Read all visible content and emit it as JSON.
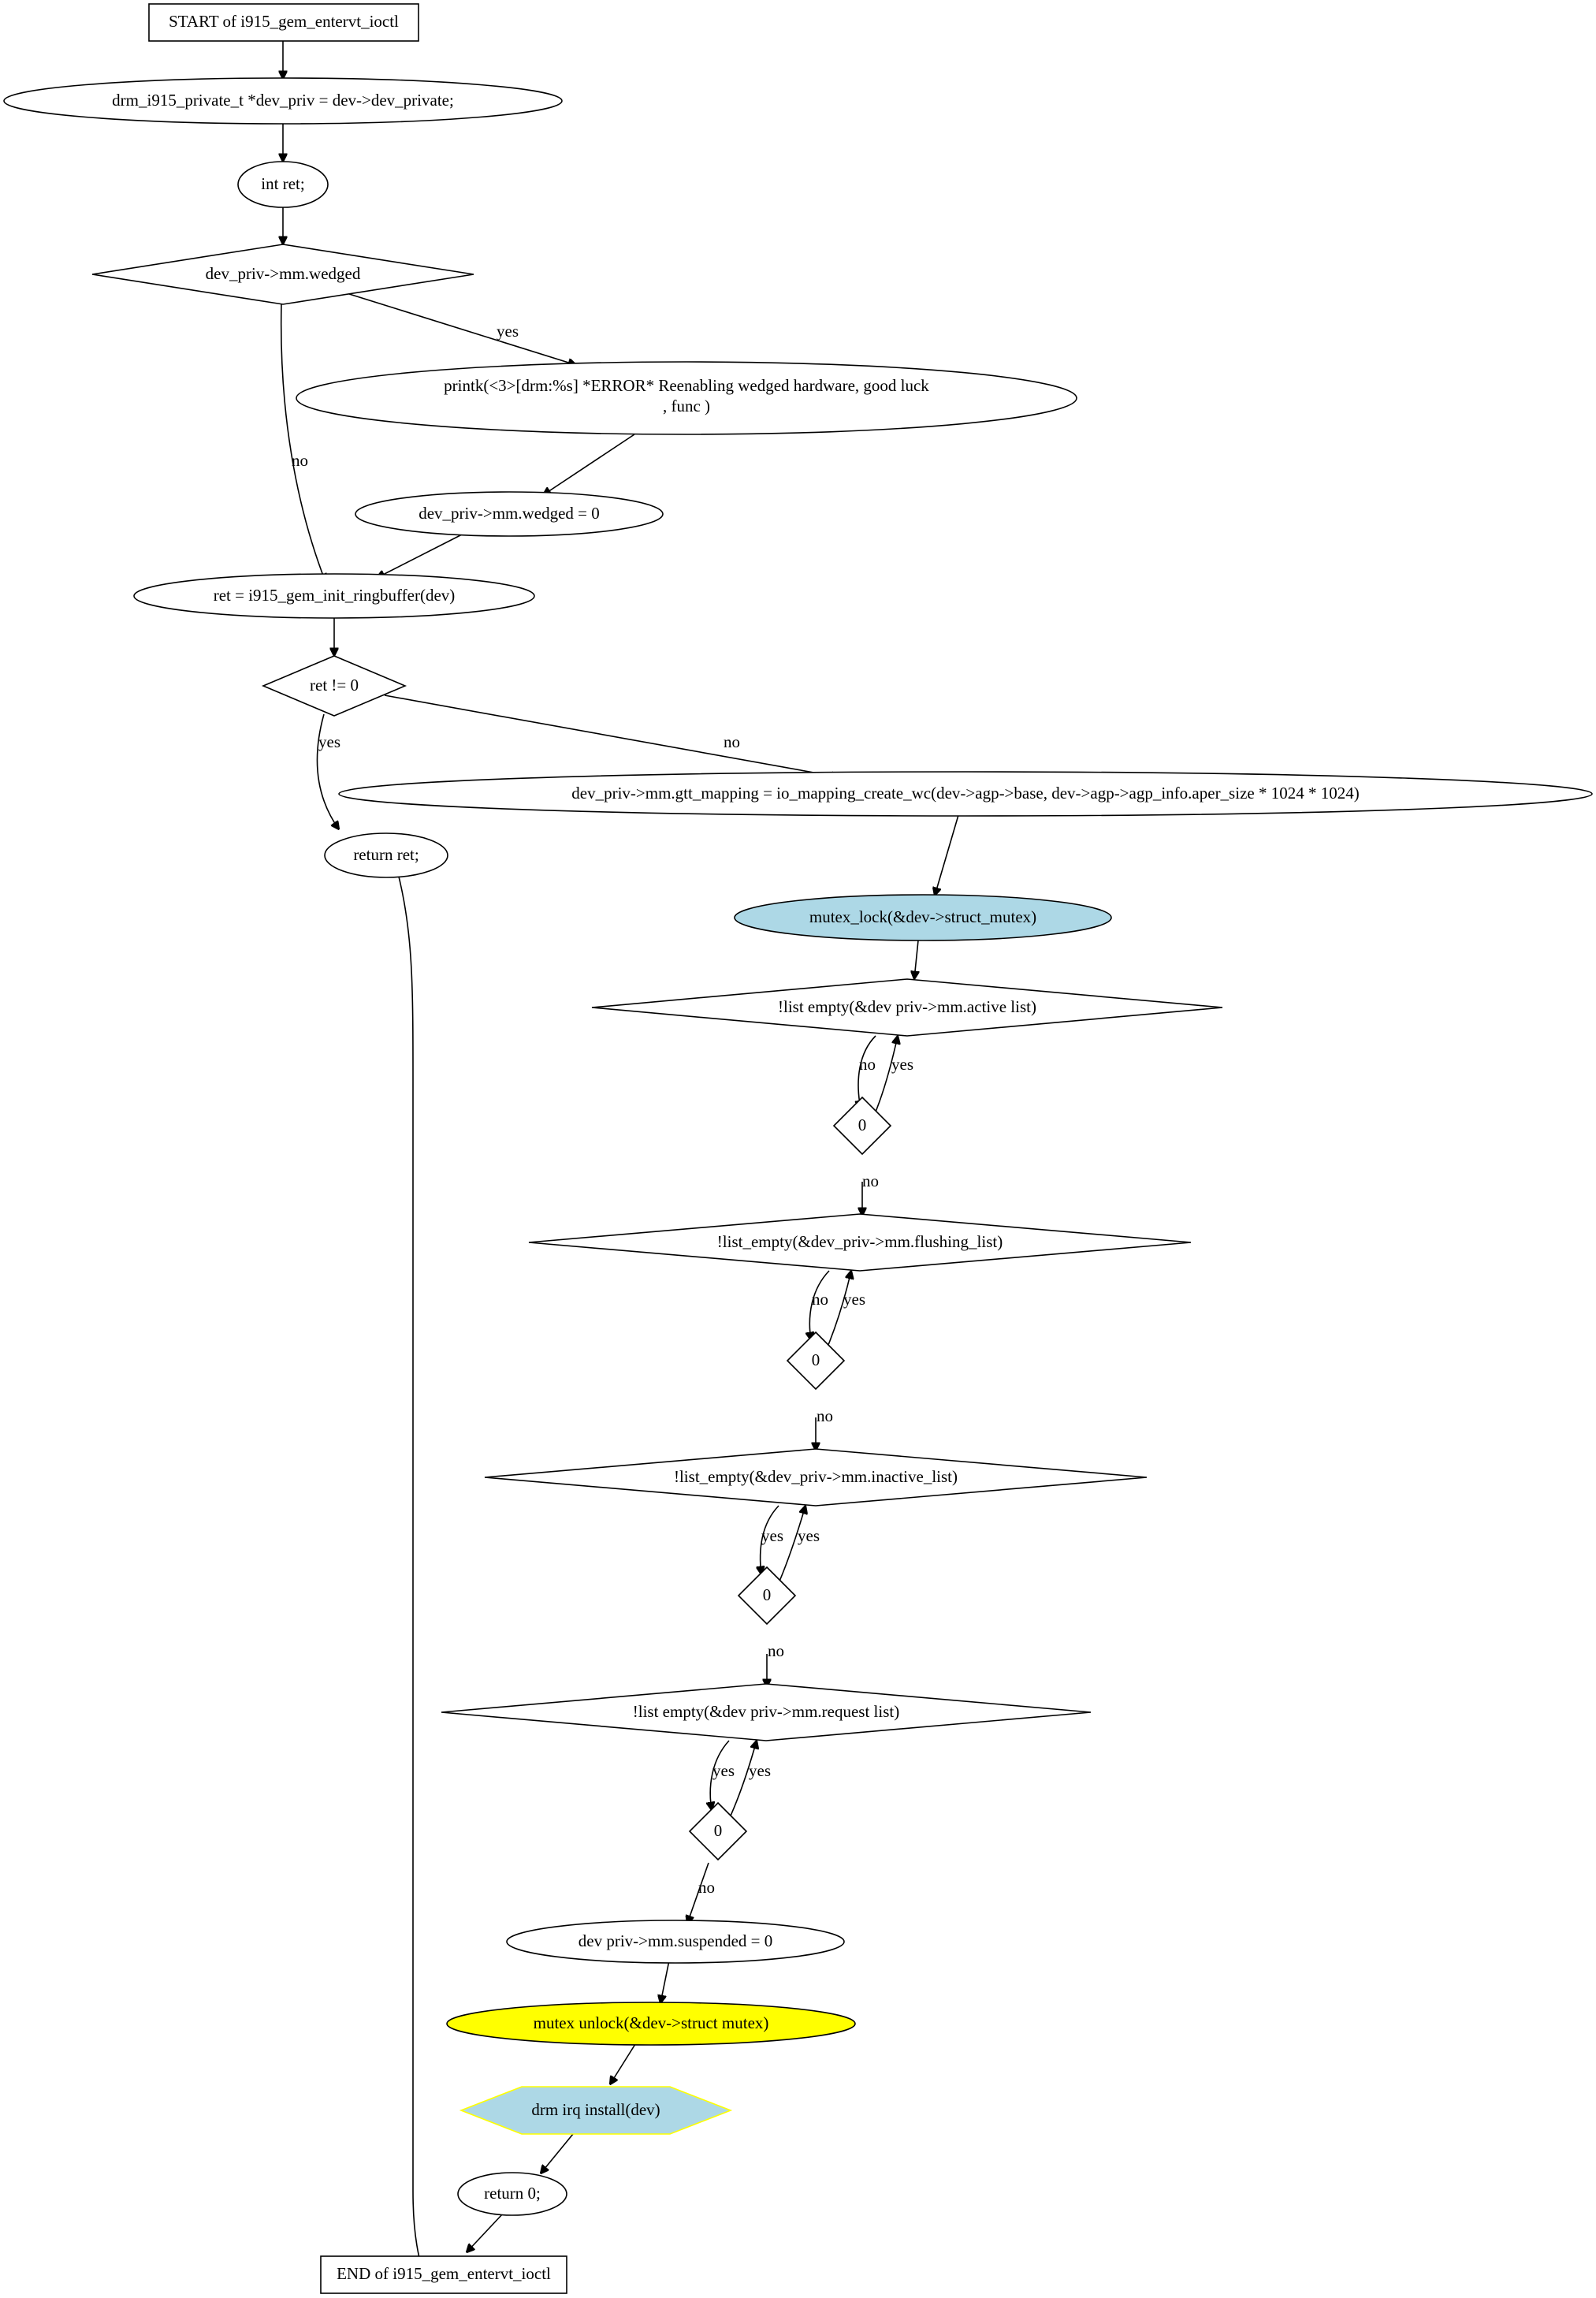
{
  "colors": {
    "stroke": "#000000",
    "default_fill": "#ffffff",
    "lightblue": "#add8e6",
    "yellow": "#ffff00",
    "hexagon_border": "#ffff00"
  },
  "nodes": {
    "start": "START of i915_gem_entervt_ioctl",
    "decl_dev_priv": "drm_i915_private_t *dev_priv = dev->dev_private;",
    "decl_ret": "int ret;",
    "cond_wedged": "dev_priv->mm.wedged",
    "printk_line1": "printk(<3>[drm:%s] *ERROR* Reenabling wedged hardware, good luck",
    "printk_line2": ",     func     )",
    "set_wedged": "dev_priv->mm.wedged = 0",
    "init_ringbuffer": "ret = i915_gem_init_ringbuffer(dev)",
    "cond_ret": "ret != 0",
    "return_ret": "return ret;",
    "gtt_mapping": "dev_priv->mm.gtt_mapping = io_mapping_create_wc(dev->agp->base, dev->agp->agp_info.aper_size * 1024 * 1024)",
    "mutex_lock": "mutex_lock(&dev->struct_mutex)",
    "cond_active": "!list  empty(&dev  priv->mm.active  list)",
    "zero_1": "0",
    "cond_flushing": "!list_empty(&dev_priv->mm.flushing_list)",
    "zero_2": "0",
    "cond_inactive": "!list_empty(&dev_priv->mm.inactive_list)",
    "zero_3": "0",
    "cond_request": "!list  empty(&dev  priv->mm.request  list)",
    "zero_4": "0",
    "set_suspended": "dev  priv->mm.suspended = 0",
    "mutex_unlock": "mutex  unlock(&dev->struct  mutex)",
    "irq_install": "drm  irq  install(dev)",
    "return_zero": "return 0;",
    "end": "END of i915_gem_entervt_ioctl"
  },
  "edge_labels": {
    "wedged_yes": "yes",
    "wedged_no": "no",
    "ret_yes": "yes",
    "ret_no": "no",
    "active_no": "no",
    "active_yes": "yes",
    "zero1_no": "no",
    "flushing_no": "no",
    "flushing_yes": "yes",
    "zero2_no": "no",
    "inactive_yes": "yes",
    "inactive_yes_back": "yes",
    "zero3_no": "no",
    "request_yes": "yes",
    "request_yes_back": "yes",
    "zero4_no": "no"
  }
}
